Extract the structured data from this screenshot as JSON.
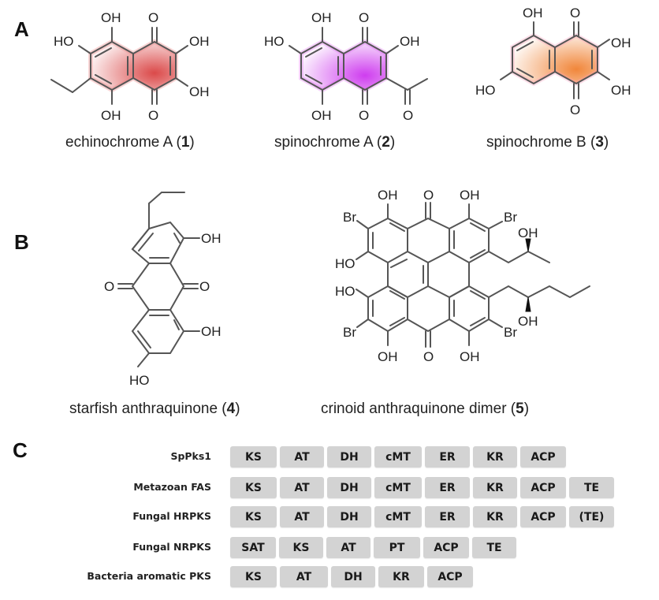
{
  "panels": {
    "a": {
      "letter": "A",
      "compounds": [
        {
          "name": "echinochrome A (",
          "number": "1",
          "close": ")",
          "highlight": "#d94040",
          "labels": {
            "oh_top": "OH",
            "o_top": "O",
            "ho_left": "HO",
            "oh_right_top": "OH",
            "oh_right_bot": "OH",
            "oh_bot": "OH",
            "o_bot": "O"
          }
        },
        {
          "name": "spinochrome A (",
          "number": "2",
          "close": ")",
          "highlight": "#cc33ee",
          "labels": {
            "oh_top": "OH",
            "o_top": "O",
            "ho_left": "HO",
            "oh_right_top": "OH",
            "oh_bot": "OH",
            "o_bot": "O",
            "o_acetyl": "O"
          }
        },
        {
          "name": "spinochrome B (",
          "number": "3",
          "close": ")",
          "highlight": "#f08030",
          "labels": {
            "oh_top": "OH",
            "o_top": "O",
            "ho_left": "HO",
            "oh_right_top": "OH",
            "oh_right_bot": "OH",
            "o_bot": "O"
          }
        }
      ]
    },
    "b": {
      "letter": "B",
      "compounds": [
        {
          "name": "starfish anthraquinone (",
          "number": "4",
          "close": ")",
          "labels": {
            "oh_1": "OH",
            "o_left": "O",
            "o_right": "O",
            "oh_2": "OH",
            "ho": "HO"
          }
        },
        {
          "name": "crinoid anthraquinone dimer (",
          "number": "5",
          "close": ")",
          "labels": {
            "oh_tl": "OH",
            "o_t": "O",
            "oh_tr": "OH",
            "br_tl": "Br",
            "br_tr": "Br",
            "oh_side1": "OH",
            "ho_l1": "HO",
            "ho_l2": "HO",
            "br_bl": "Br",
            "br_br": "Br",
            "oh_side2": "OH",
            "oh_bl": "OH",
            "o_b": "O",
            "oh_br": "OH"
          }
        }
      ]
    },
    "c": {
      "letter": "C",
      "rows": [
        {
          "label": "SpPks1",
          "domains": [
            "KS",
            "AT",
            "DH",
            "cMT",
            "ER",
            "KR",
            "ACP"
          ]
        },
        {
          "label": "Metazoan FAS",
          "domains": [
            "KS",
            "AT",
            "DH",
            "cMT",
            "ER",
            "KR",
            "ACP",
            "TE"
          ]
        },
        {
          "label": "Fungal HRPKS",
          "domains": [
            "KS",
            "AT",
            "DH",
            "cMT",
            "ER",
            "KR",
            "ACP",
            "(TE)"
          ]
        },
        {
          "label": "Fungal NRPKS",
          "domains": [
            "SAT",
            "KS",
            "AT",
            "PT",
            "ACP",
            "TE"
          ]
        },
        {
          "label": "Bacteria aromatic PKS",
          "domains": [
            "KS",
            "AT",
            "DH",
            "KR",
            "ACP"
          ]
        }
      ],
      "domain_color": "#d3d3d3"
    }
  }
}
